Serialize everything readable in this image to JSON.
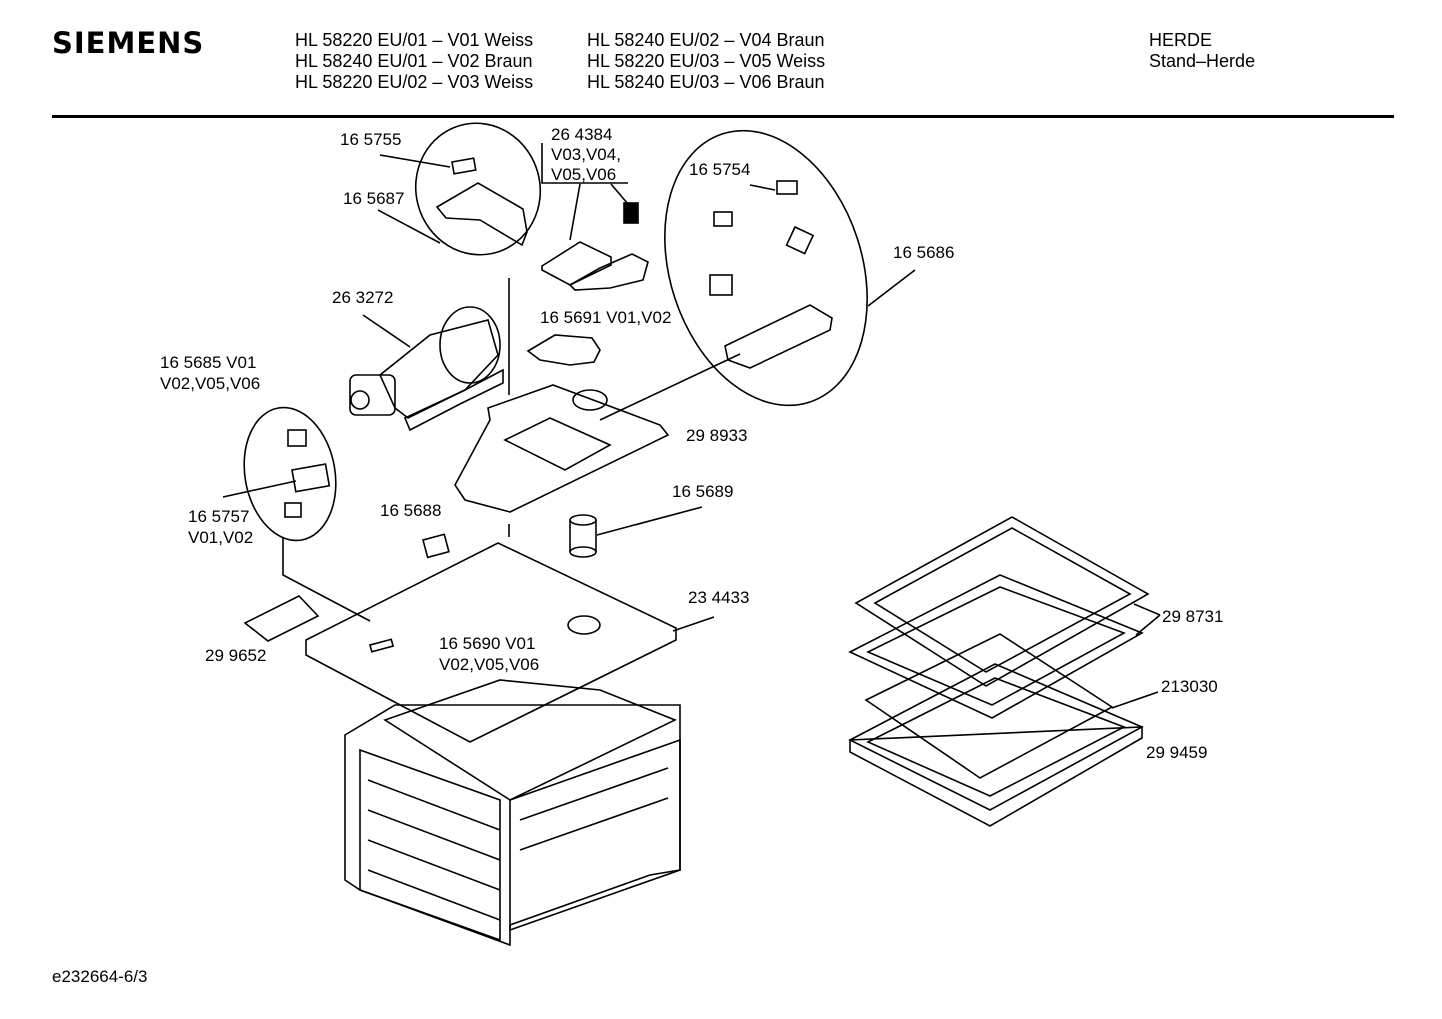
{
  "header": {
    "brand": "SIEMENS",
    "models_col1": [
      "HL 58220 EU/01 – V01 Weiss",
      "HL 58240 EU/01 – V02 Braun",
      "HL 58220 EU/02 – V03 Weiss"
    ],
    "models_col2": [
      "HL 58240 EU/02 – V04 Braun",
      "HL 58220 EU/03 – V05 Weiss",
      "HL 58240 EU/03 – V06 Braun"
    ],
    "category": [
      "HERDE",
      "Stand–Herde"
    ]
  },
  "parts": {
    "p165755": "16 5755",
    "p165687": "16 5687",
    "p264384": [
      "26 4384",
      "V03,V04,",
      "V05,V06"
    ],
    "p165754": "16 5754",
    "p165686": "16 5686",
    "p263272": "26 3272",
    "p165691": "16 5691 V01,V02",
    "p165685": [
      "16 5685 V01",
      "V02,V05,V06"
    ],
    "p298933": "29 8933",
    "p165689": "16 5689",
    "p165757": [
      "16 5757",
      "V01,V02"
    ],
    "p165688": "16 5688",
    "p234433": "23 4433",
    "p299652": "29 9652",
    "p165690": [
      "16 5690 V01",
      "V02,V05,V06"
    ],
    "p298731": "29 8731",
    "p213030": "213030",
    "p299459": "29 9459"
  },
  "footer": {
    "doc_id": "e232664-6/3"
  }
}
